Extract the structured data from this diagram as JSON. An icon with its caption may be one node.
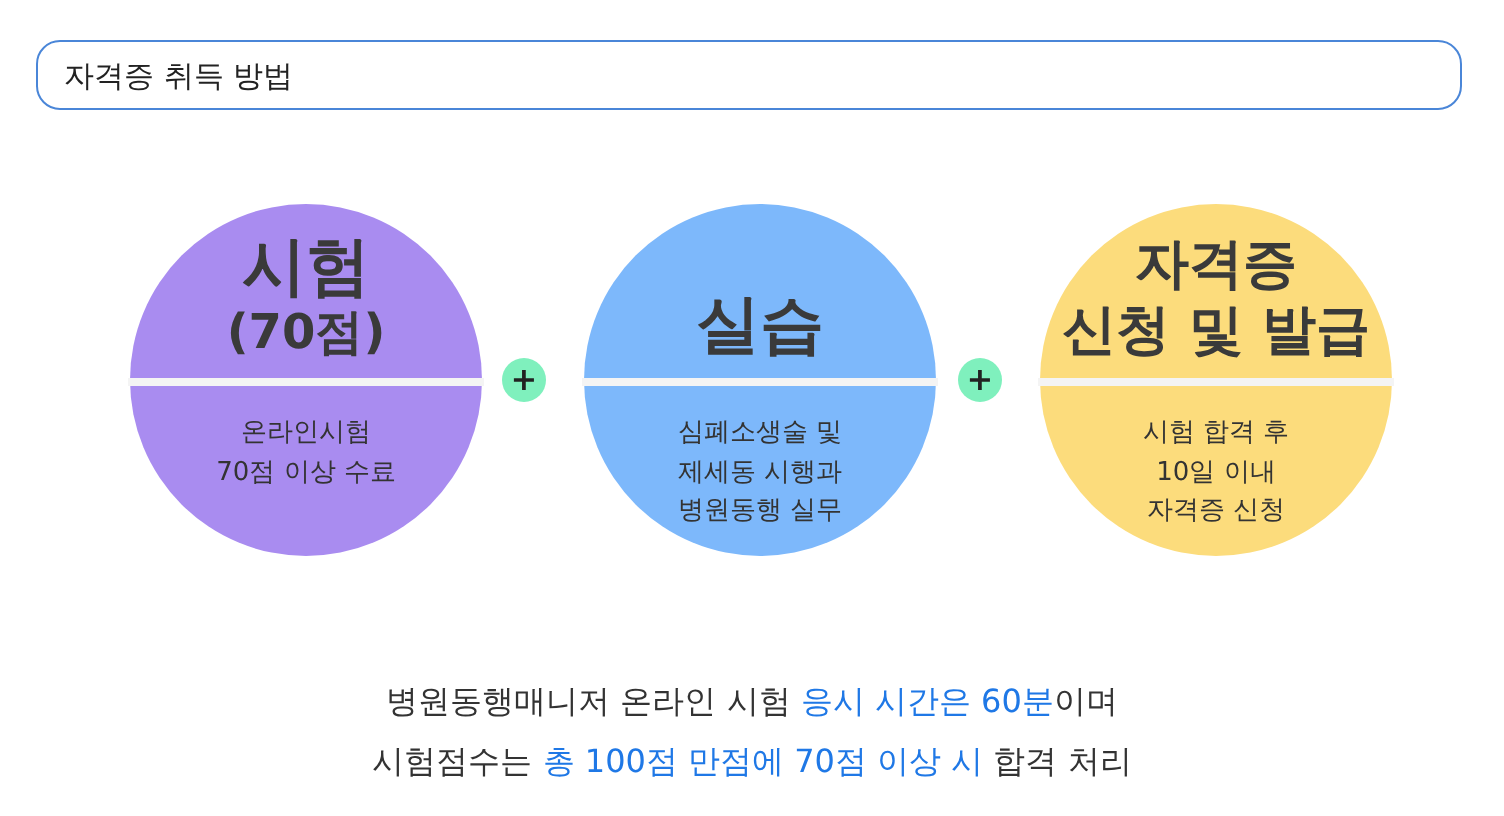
{
  "diagram": {
    "title": "자격증 취득 방법",
    "nodes": [
      {
        "text": [
          "시험",
          "(70점)",
          "온라인시험 70점 이상 수료"
        ]
      },
      {
        "text": [
          "실습",
          "심폐소생술 및 제세동 시행과 병원동행 실무"
        ]
      },
      {
        "text": [
          "자격증",
          "신청 및 발급",
          "시험 합격 후 10일 이내 자격증 신청"
        ]
      }
    ],
    "labels": [
      "+",
      "+"
    ],
    "caption": "병원동행매니저 온라인 시험 **응시 시간은 60분**이며 시험점수는 **총 100점 만점에 70점 이상 시** 합격 처리"
  }
}
